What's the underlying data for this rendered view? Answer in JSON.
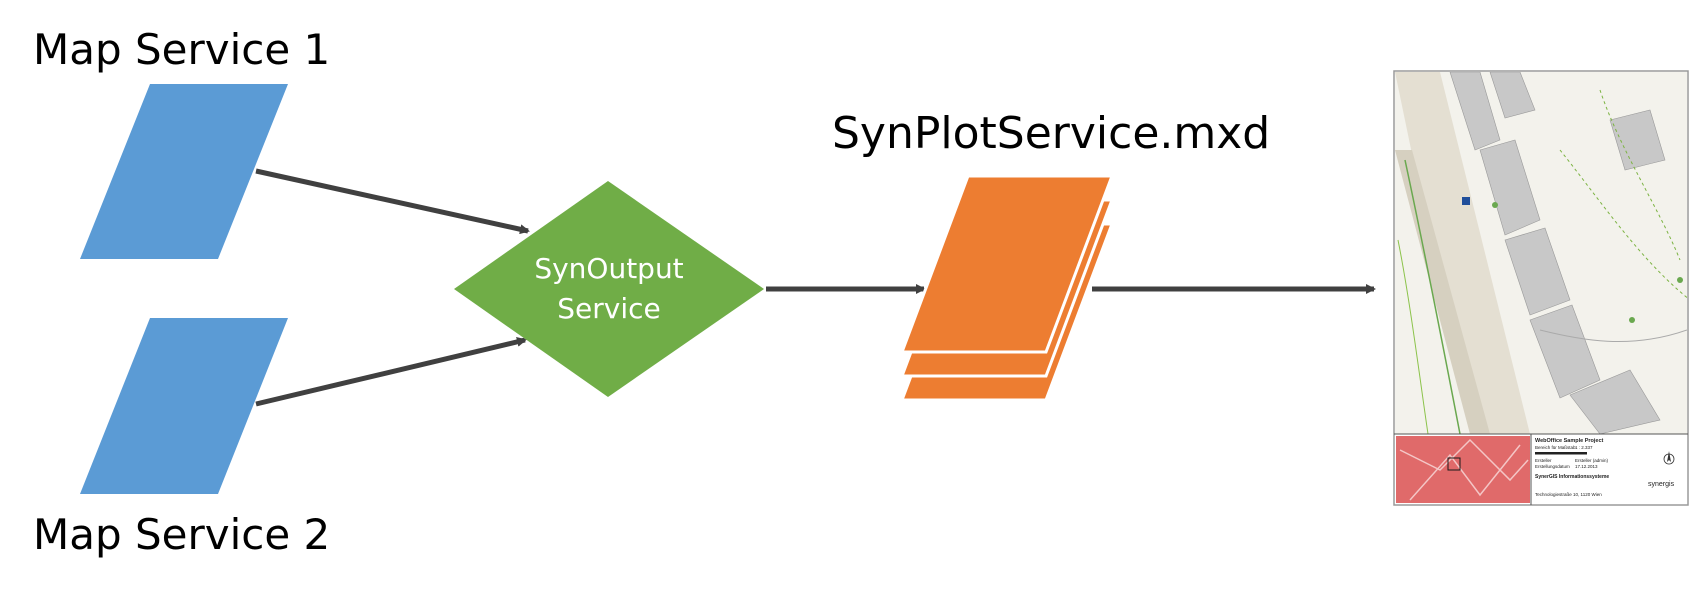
{
  "colors": {
    "map_service": "#5b9bd5",
    "syn_output": "#70ad47",
    "plot_service": "#ed7d31",
    "arrow": "#404040",
    "map_bg": "#eeede4",
    "building": "#c8c8c8",
    "overview_red": "#e06a6a"
  },
  "map_service_1": {
    "label": "Map Service 1"
  },
  "map_service_2": {
    "label": "Map Service 2"
  },
  "syn_output": {
    "line1": "SynOutput",
    "line2": "Service"
  },
  "plot_service": {
    "label": "SynPlotService.mxd"
  },
  "output_map": {
    "title_block": {
      "project": "WebOffice Sample Project",
      "scale_label": "Bereich für Maßstab",
      "scale_value": "1 : 2.337",
      "creator_label": "Ersteller",
      "creator_value": "Ersteller (admin)",
      "date_label": "Erstellungsdatum",
      "date_value": "17.12.2013",
      "system_name": "SynerGIS Informationssysteme",
      "address": "Technologiestraße 10, 1120 Wien",
      "brand": "synergis"
    },
    "icons": {
      "north_arrow": "north-arrow-icon",
      "parking": "parking-icon",
      "tree": "tree-icon"
    }
  }
}
